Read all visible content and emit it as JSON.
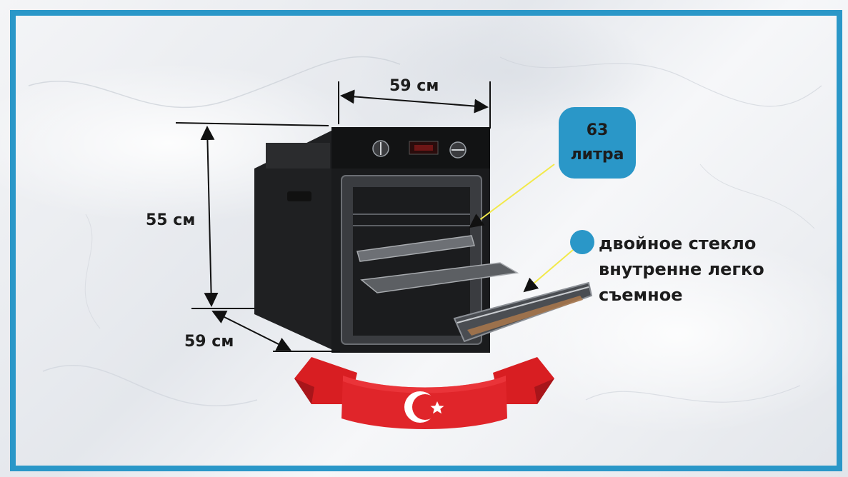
{
  "dimensions": {
    "width_label": "59 см",
    "height_label": "55 см",
    "depth_label": "59 см"
  },
  "capacity": {
    "number": "63",
    "unit": "литра"
  },
  "feature": {
    "line1": "двойное стекло",
    "line2": "внутренне легко",
    "line3": "съемное"
  },
  "colors": {
    "frame": "#2a97c8",
    "badge": "#2a97c8",
    "ribbon": "#d81e22",
    "leader_line": "#f2e94a"
  },
  "icons": {
    "flag": "turkey-flag-ribbon-icon",
    "product": "built-in-oven-image"
  }
}
